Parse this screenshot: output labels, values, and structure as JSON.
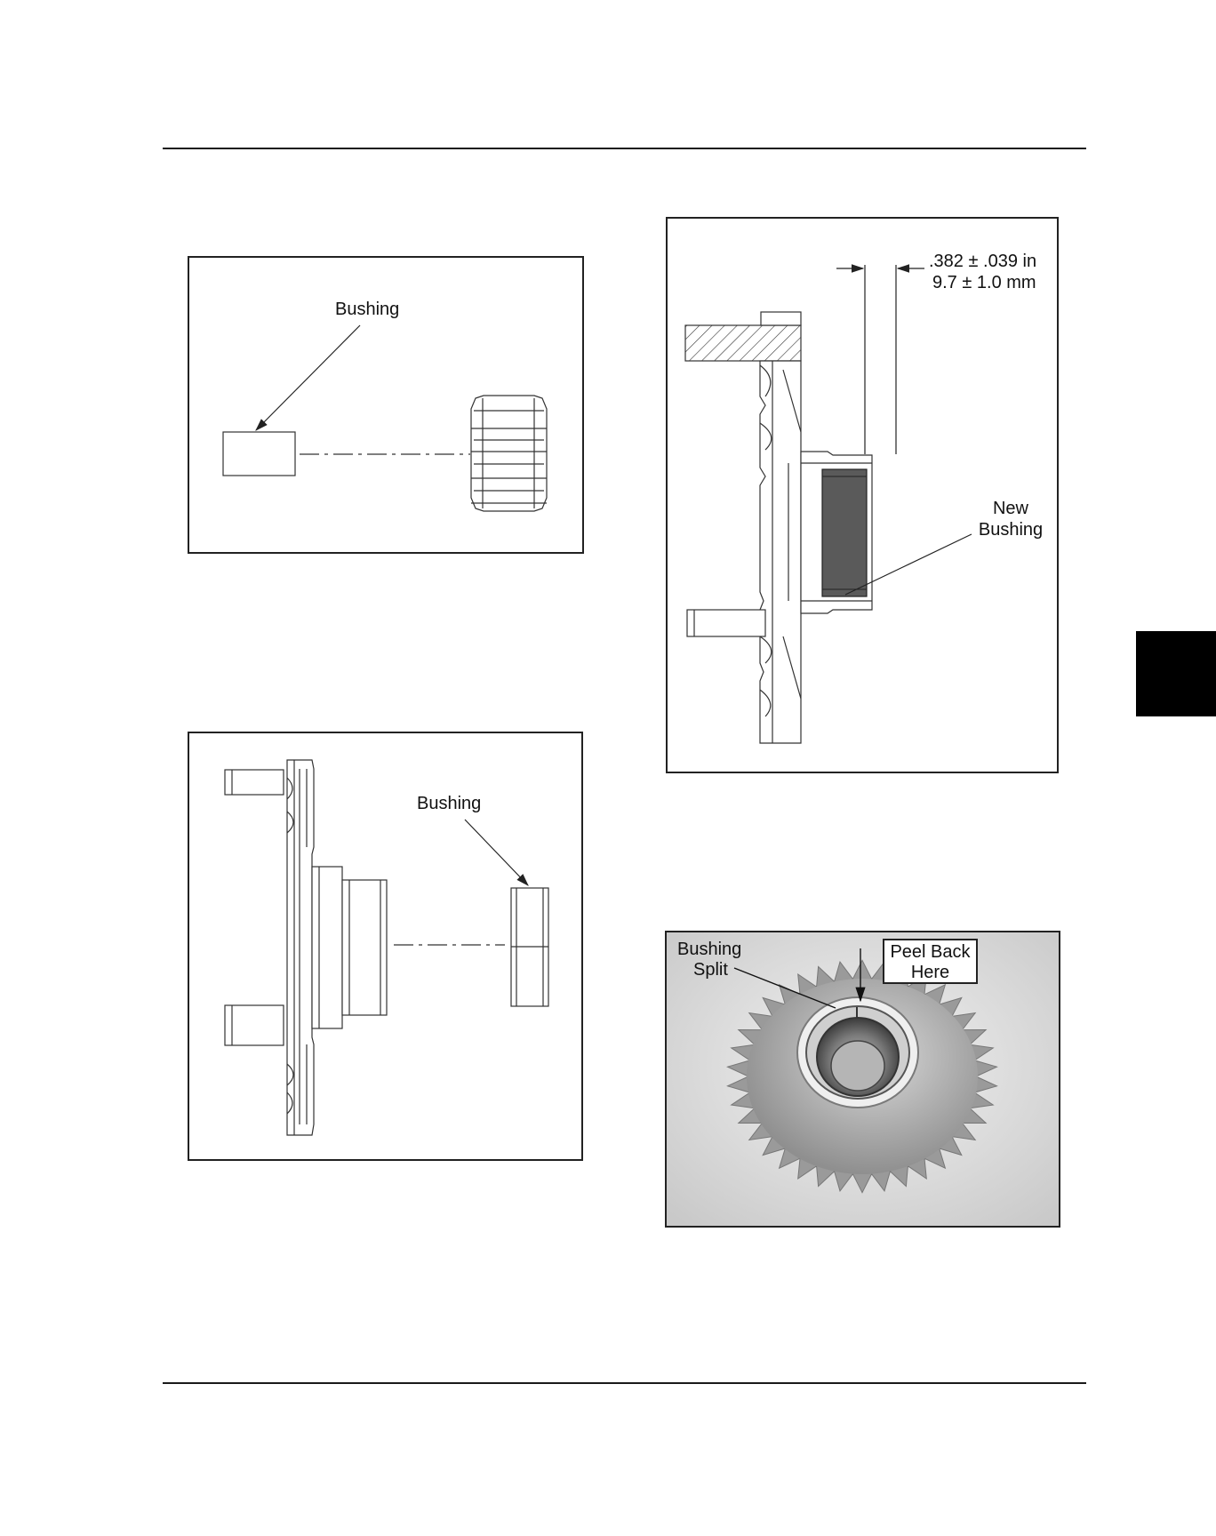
{
  "figures": {
    "fig1": {
      "label": "Bushing"
    },
    "fig2": {
      "label": "Bushing"
    },
    "fig3": {
      "dim_in": ".382 ± .039 in",
      "dim_mm": "9.7 ± 1.0 mm",
      "label_line1": "New",
      "label_line2": "Bushing"
    },
    "fig4": {
      "split_line1": "Bushing",
      "split_line2": "Split",
      "peel_line1": "Peel Back",
      "peel_line2": "Here"
    }
  },
  "colors": {
    "ink": "#222222",
    "tab": "#000000",
    "bushing_fill": "#5a5a5a"
  }
}
